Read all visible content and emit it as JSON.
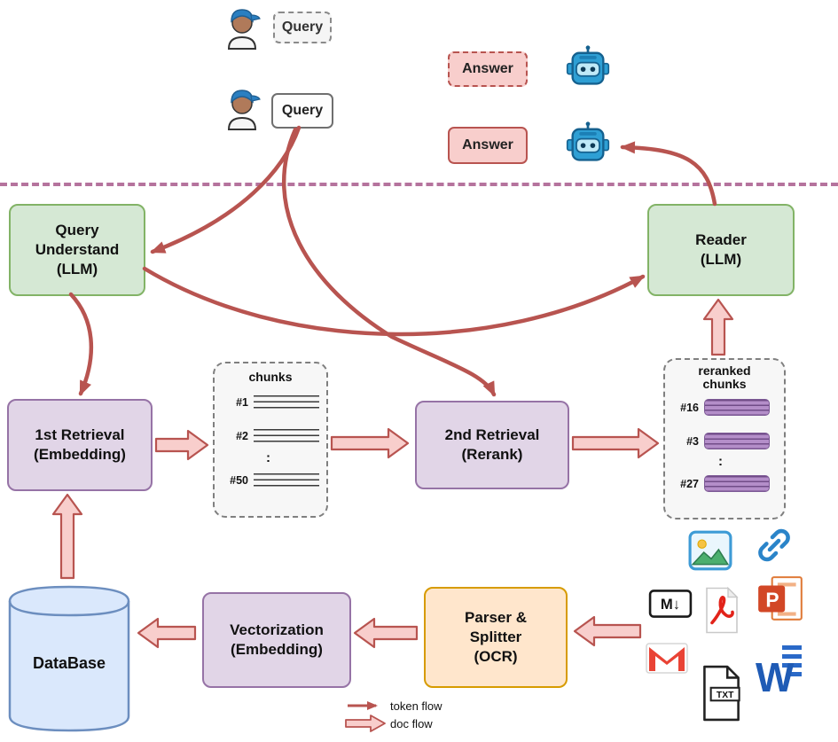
{
  "palette": {
    "token_arrow": "#b85450",
    "doc_arrow_fill": "#f8cecc",
    "green_fill": "#d5e8d4",
    "green_border": "#82b366",
    "purple_fill": "#e1d5e7",
    "purple_border": "#9673a6",
    "orange_fill": "#ffe6cc",
    "orange_border": "#d79b00",
    "db_fill": "#dae8fc",
    "db_border": "#6c8ebf",
    "separator": "#b5739d"
  },
  "top": {
    "query_draft": "Query",
    "query": "Query",
    "answer_draft": "Answer",
    "answer": "Answer"
  },
  "nodes": {
    "query_understand": "Query\nUnderstand\n(LLM)",
    "reader": "Reader\n(LLM)",
    "first_retrieval": "1st Retrieval\n(Embedding)",
    "second_retrieval": "2nd Retrieval\n(Rerank)",
    "database": "DataBase",
    "vectorization": "Vectorization\n(Embedding)",
    "parser_splitter": "Parser &\nSplitter\n(OCR)"
  },
  "chunks_box": {
    "title": "chunks",
    "rows": [
      "#1",
      "#2",
      "#50"
    ],
    "ellipsis": ":"
  },
  "reranked_box": {
    "title": "reranked\nchunks",
    "rows": [
      "#16",
      "#3",
      "#27"
    ],
    "ellipsis": ":"
  },
  "legend": {
    "token_flow": "token flow",
    "doc_flow": "doc flow"
  },
  "icons": {
    "markdown_label": "M↓",
    "txt_label": "TXT",
    "ppt_letter": "P",
    "word_letter": "W"
  }
}
